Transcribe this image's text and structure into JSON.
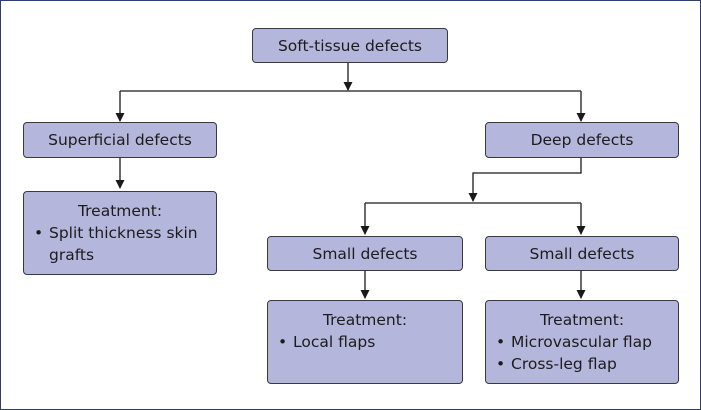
{
  "colors": {
    "box_fill": "#b5b6dc",
    "box_border": "#3a3a3a",
    "frame_border": "#2f3d6e",
    "connector": "#1a1a1a"
  },
  "nodes": {
    "root": {
      "label": "Soft-tissue defects"
    },
    "superficial": {
      "label": "Superficial defects"
    },
    "deep": {
      "label": "Deep defects"
    },
    "superficial_treatment": {
      "heading": "Treatment:",
      "items": [
        "Split thickness skin grafts"
      ]
    },
    "small_left": {
      "label": "Small defects"
    },
    "small_right": {
      "label": "Small defects"
    },
    "small_left_treatment": {
      "heading": "Treatment:",
      "items": [
        "Local flaps"
      ]
    },
    "small_right_treatment": {
      "heading": "Treatment:",
      "items": [
        "Microvascular flap",
        "Cross-leg flap"
      ]
    }
  }
}
